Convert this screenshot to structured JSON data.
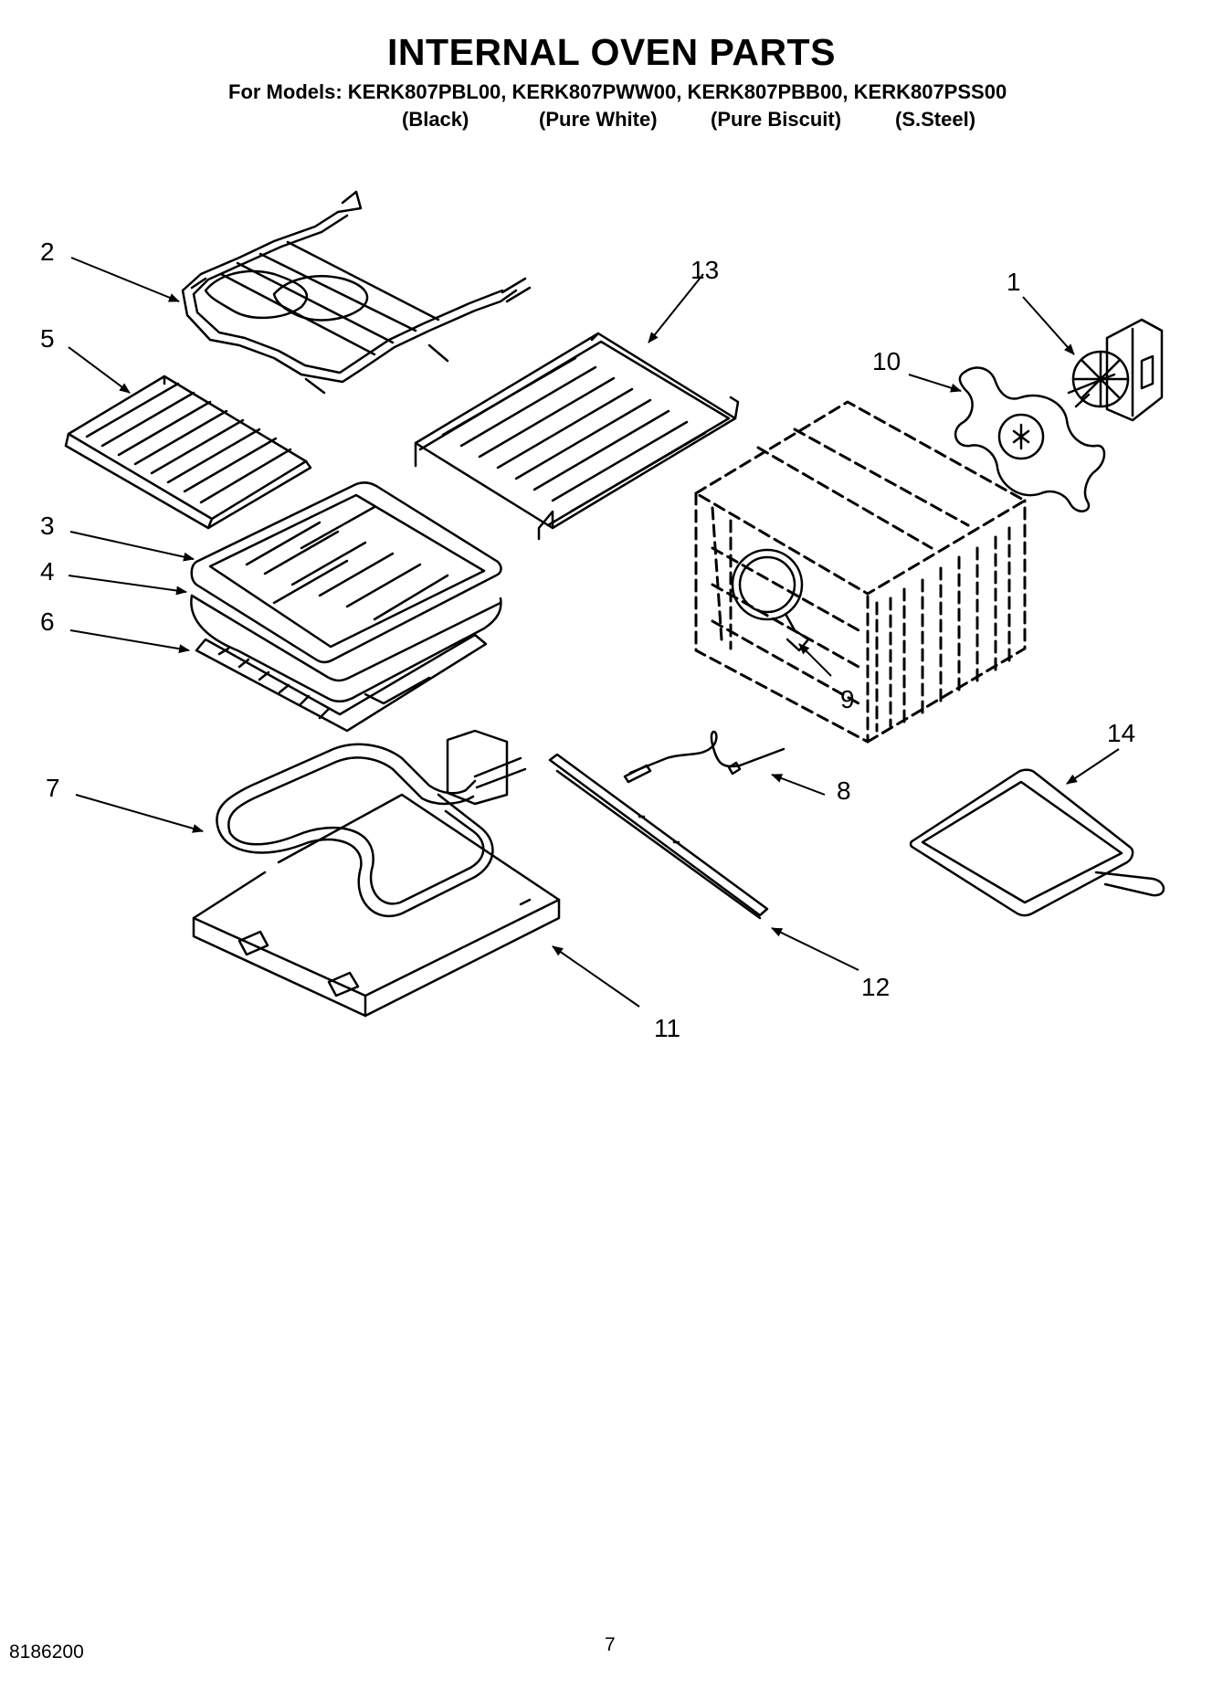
{
  "header": {
    "title": "INTERNAL OVEN PARTS",
    "models_line": "For Models: KERK807PBL00, KERK807PWW00, KERK807PBB00, KERK807PSS00",
    "variants": [
      "(Black)",
      "(Pure White)",
      "(Pure Biscuit)",
      "(S.Steel)"
    ]
  },
  "callouts": [
    "1",
    "2",
    "3",
    "4",
    "5",
    "6",
    "7",
    "8",
    "9",
    "10",
    "11",
    "12",
    "13",
    "14"
  ],
  "footer": {
    "doc_number": "8186200",
    "page": "7"
  }
}
